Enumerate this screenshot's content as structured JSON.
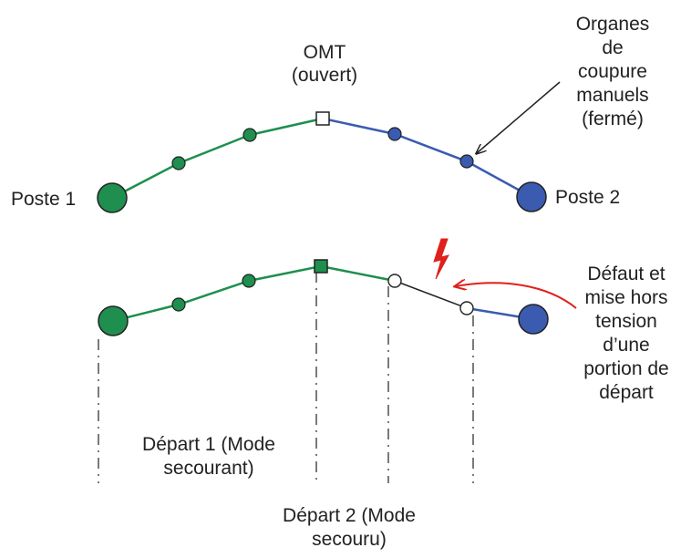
{
  "colors": {
    "green": "#1e8f4e",
    "blue": "#3a5bb0",
    "black": "#222222",
    "red": "#e0201c",
    "white": "#ffffff"
  },
  "top": {
    "omt_label_1": "OMT",
    "omt_label_2": "(ouvert)",
    "organes_1": "Organes",
    "organes_2": "de",
    "organes_3": "coupure",
    "organes_4": "manuels",
    "organes_5": "(fermé)",
    "poste1": "Poste 1",
    "poste2": "Poste 2"
  },
  "bottom": {
    "defaut_1": "Défaut et",
    "defaut_2": "mise hors",
    "defaut_3": "tension",
    "defaut_4": "d’une",
    "defaut_5": "portion de",
    "defaut_6": "départ",
    "depart1_1": "Départ 1 (Mode",
    "depart1_2": "secourant)",
    "depart2_1": "Départ 2 (Mode",
    "depart2_2": "secouru)"
  }
}
